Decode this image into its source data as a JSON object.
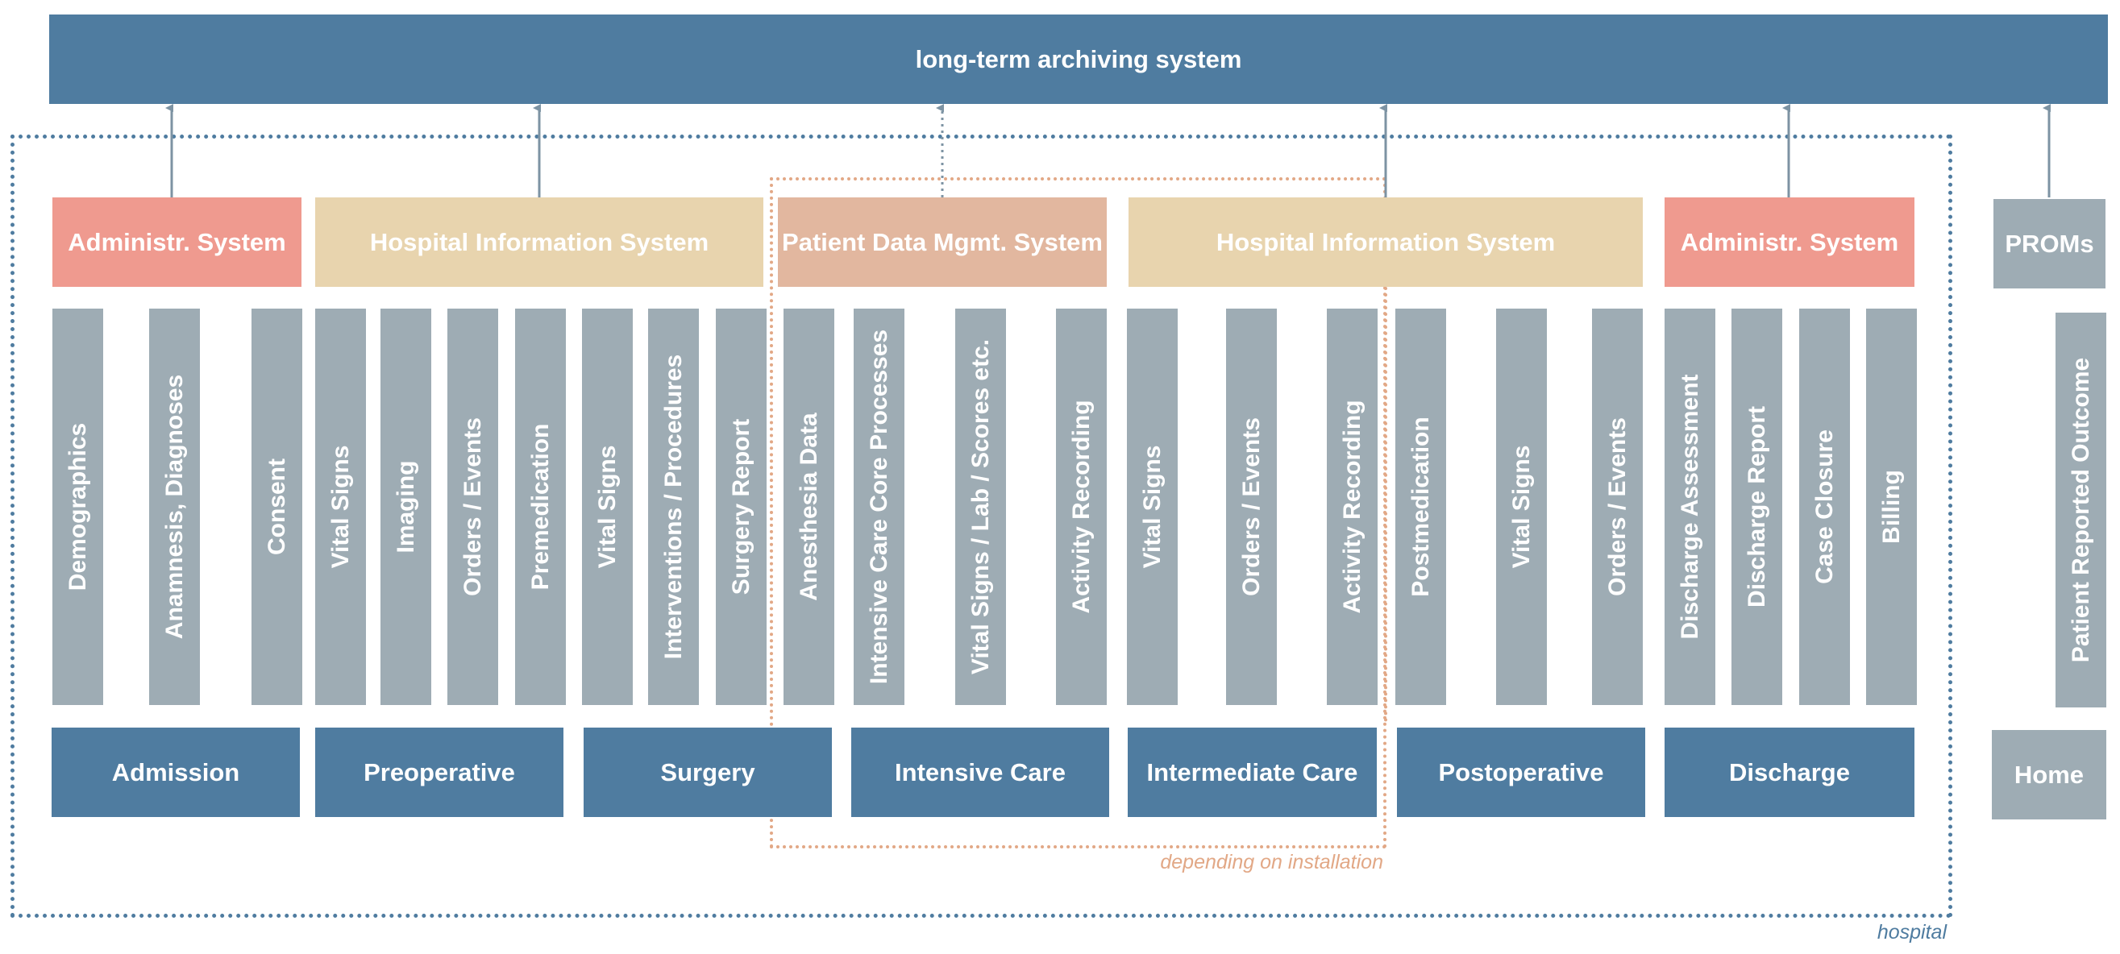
{
  "archive": {
    "label": "long-term archiving system"
  },
  "colors": {
    "archive_blue": "#4f7ca0",
    "data_grey": "#9eacb4",
    "admin_red": "#ef9a8f",
    "his_tan": "#e8d4ae",
    "pdms_peach": "#e2b79f",
    "installation_orange": "#e2a886"
  },
  "systems": {
    "admin_left": "Administr. System",
    "his_left": "Hospital Information System",
    "pdms": "Patient Data Mgmt. System",
    "his_right": "Hospital Information System",
    "admin_right": "Administr. System",
    "proms": "PROMs"
  },
  "data_items": [
    "Demographics",
    "Anamnesis, Diagnoses",
    "Consent",
    "Vital Signs",
    "Imaging",
    "Orders / Events",
    "Premedication",
    "Vital Signs",
    "Interventions / Procedures",
    "Surgery Report",
    "Anesthesia Data",
    "Intensive Care Core Processes",
    "Vital Signs / Lab / Scores etc.",
    "Activity Recording",
    "Vital Signs",
    "Orders / Events",
    "Activity Recording",
    "Postmedication",
    "Vital Signs",
    "Orders / Events",
    "Discharge Assessment",
    "Discharge Report",
    "Case Closure",
    "Billing",
    "Patient Reported Outcome"
  ],
  "phases": [
    "Admission",
    "Preoperative",
    "Surgery",
    "Intensive Care",
    "Intermediate Care",
    "Postoperative",
    "Discharge",
    "Home"
  ],
  "labels": {
    "installation": "depending on installation",
    "hospital": "hospital"
  }
}
